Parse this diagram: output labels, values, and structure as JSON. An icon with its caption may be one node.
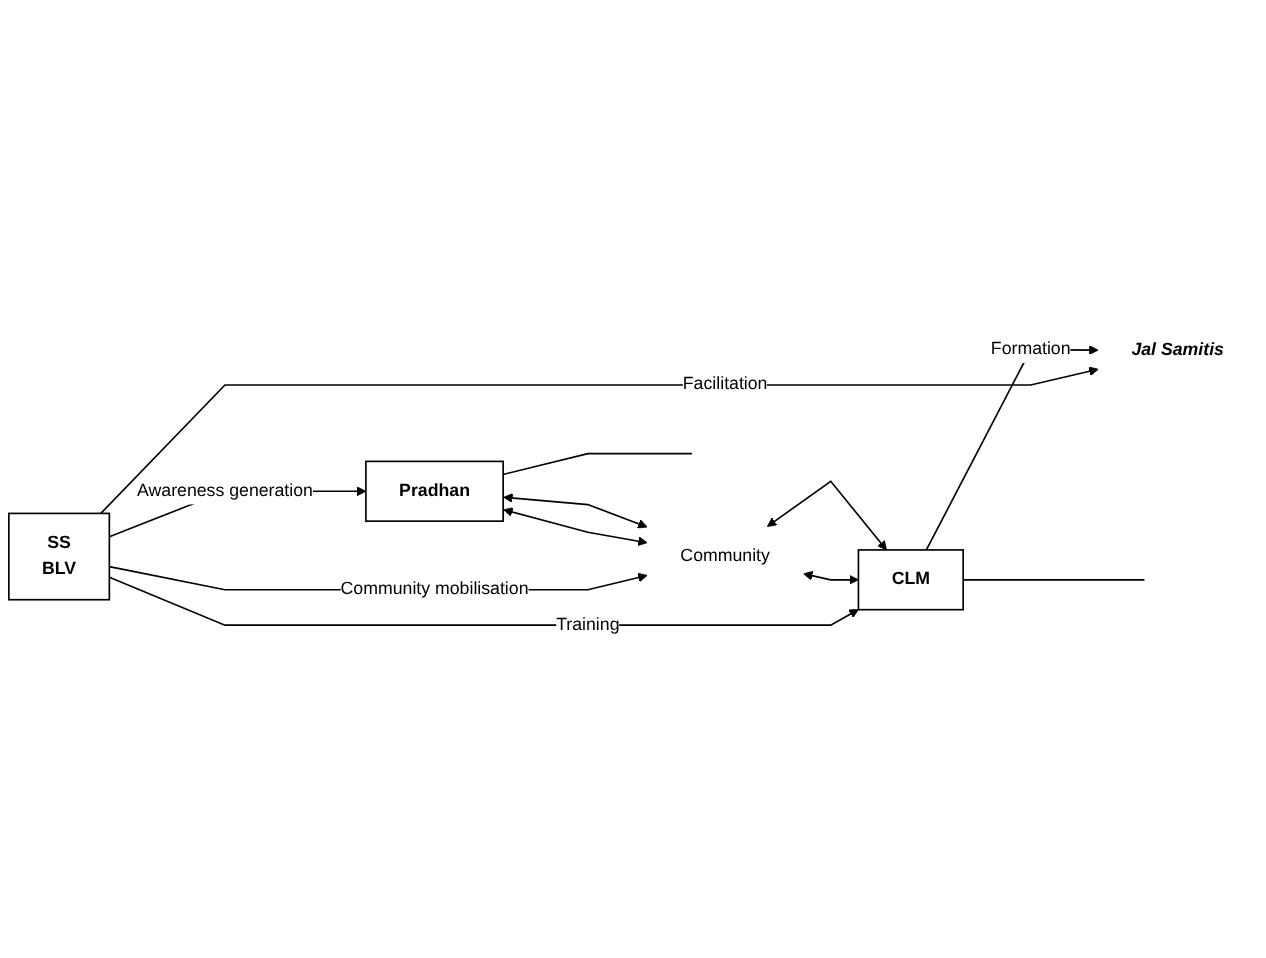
{
  "diagram": {
    "nodes": [
      {
        "text": [
          "SS",
          "BLV"
        ]
      },
      {
        "text": [
          "Pradhan"
        ]
      },
      {
        "text": [
          "Community"
        ]
      },
      {
        "text": [
          "CLM"
        ]
      },
      {
        "text": [
          "Jal Samitis"
        ]
      }
    ],
    "edges": [
      {
        "from": 0,
        "to": 1,
        "arrow": "to",
        "label": "Awareness generation"
      },
      {
        "from": 0,
        "to": 2,
        "arrow": "to",
        "label": "Community mobilisation"
      },
      {
        "from": 0,
        "to": 3,
        "arrow": "to",
        "label": "Training"
      },
      {
        "from": 0,
        "to": 4,
        "arrow": "to",
        "label": "Facilitation"
      },
      {
        "from": 3,
        "to": 4,
        "arrow": "to",
        "label": "Formation"
      },
      {
        "from": 1,
        "to": 2,
        "arrow": "both"
      },
      {
        "from": 1,
        "to": 2,
        "arrow": "both"
      },
      {
        "from": 2,
        "to": 3,
        "arrow": "both"
      },
      {
        "from": 2,
        "to": 3,
        "arrow": "both"
      },
      {
        "from": 1,
        "to": null,
        "arrow": "none"
      },
      {
        "from": 3,
        "to": null,
        "arrow": "none"
      }
    ]
  }
}
